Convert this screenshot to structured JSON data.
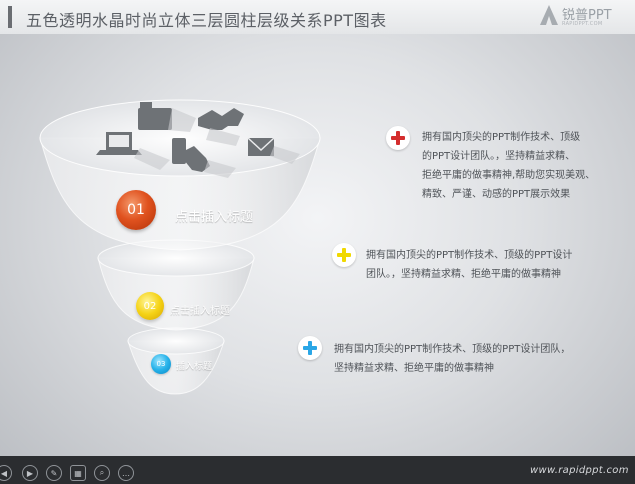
{
  "header": {
    "title": "五色透明水晶时尚立体三层圆柱层级关系PPT图表",
    "brand_name": "锐普PPT",
    "brand_sub": "RAPIDPPT.COM"
  },
  "funnel": {
    "tiers": [
      {
        "number": "01",
        "label": "点击插入标题",
        "color": "#e0521f"
      },
      {
        "number": "02",
        "label": "点击插入标题",
        "color": "#f5d316"
      },
      {
        "number": "03",
        "label": "插入标题",
        "color": "#27b3ea"
      }
    ],
    "icons": [
      "folder-icon",
      "handshake-icon",
      "laptop-icon",
      "hand-pointer-icon",
      "envelope-icon"
    ]
  },
  "notes": [
    {
      "color": "#d42d2d",
      "lines": [
        "拥有国内顶尖的PPT制作技术、顶级",
        "的PPT设计团队。，坚持精益求精、",
        "拒绝平庸的做事精神,帮助您实现美观、",
        "精致、严谨、动感的PPT展示效果"
      ]
    },
    {
      "color": "#f0d800",
      "lines": [
        "拥有国内顶尖的PPT制作技术、顶级的PPT设计",
        "团队。，坚持精益求精、拒绝平庸的做事精神"
      ]
    },
    {
      "color": "#2aa6e6",
      "lines": [
        "拥有国内顶尖的PPT制作技术、顶级的PPT设计团队，",
        "坚持精益求精、拒绝平庸的做事精神"
      ]
    }
  ],
  "footer": {
    "url": "www.rapidppt.com",
    "controls": [
      "prev-icon",
      "next-icon",
      "pen-icon",
      "slides-icon",
      "zoom-icon",
      "more-icon"
    ]
  }
}
